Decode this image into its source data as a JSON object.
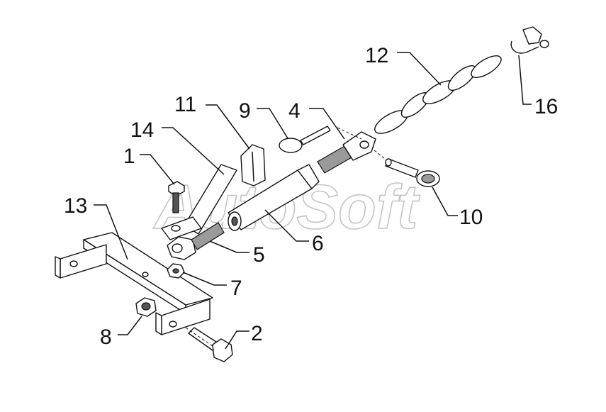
{
  "watermark": "AutoSoft",
  "callouts": [
    {
      "id": "c1",
      "label": "1"
    },
    {
      "id": "c2",
      "label": "2"
    },
    {
      "id": "c4",
      "label": "4"
    },
    {
      "id": "c5",
      "label": "5"
    },
    {
      "id": "c6",
      "label": "6"
    },
    {
      "id": "c7",
      "label": "7"
    },
    {
      "id": "c8",
      "label": "8"
    },
    {
      "id": "c9",
      "label": "9"
    },
    {
      "id": "c10",
      "label": "10"
    },
    {
      "id": "c11",
      "label": "11"
    },
    {
      "id": "c12",
      "label": "12"
    },
    {
      "id": "c13",
      "label": "13"
    },
    {
      "id": "c14",
      "label": "14"
    },
    {
      "id": "c16",
      "label": "16"
    }
  ]
}
